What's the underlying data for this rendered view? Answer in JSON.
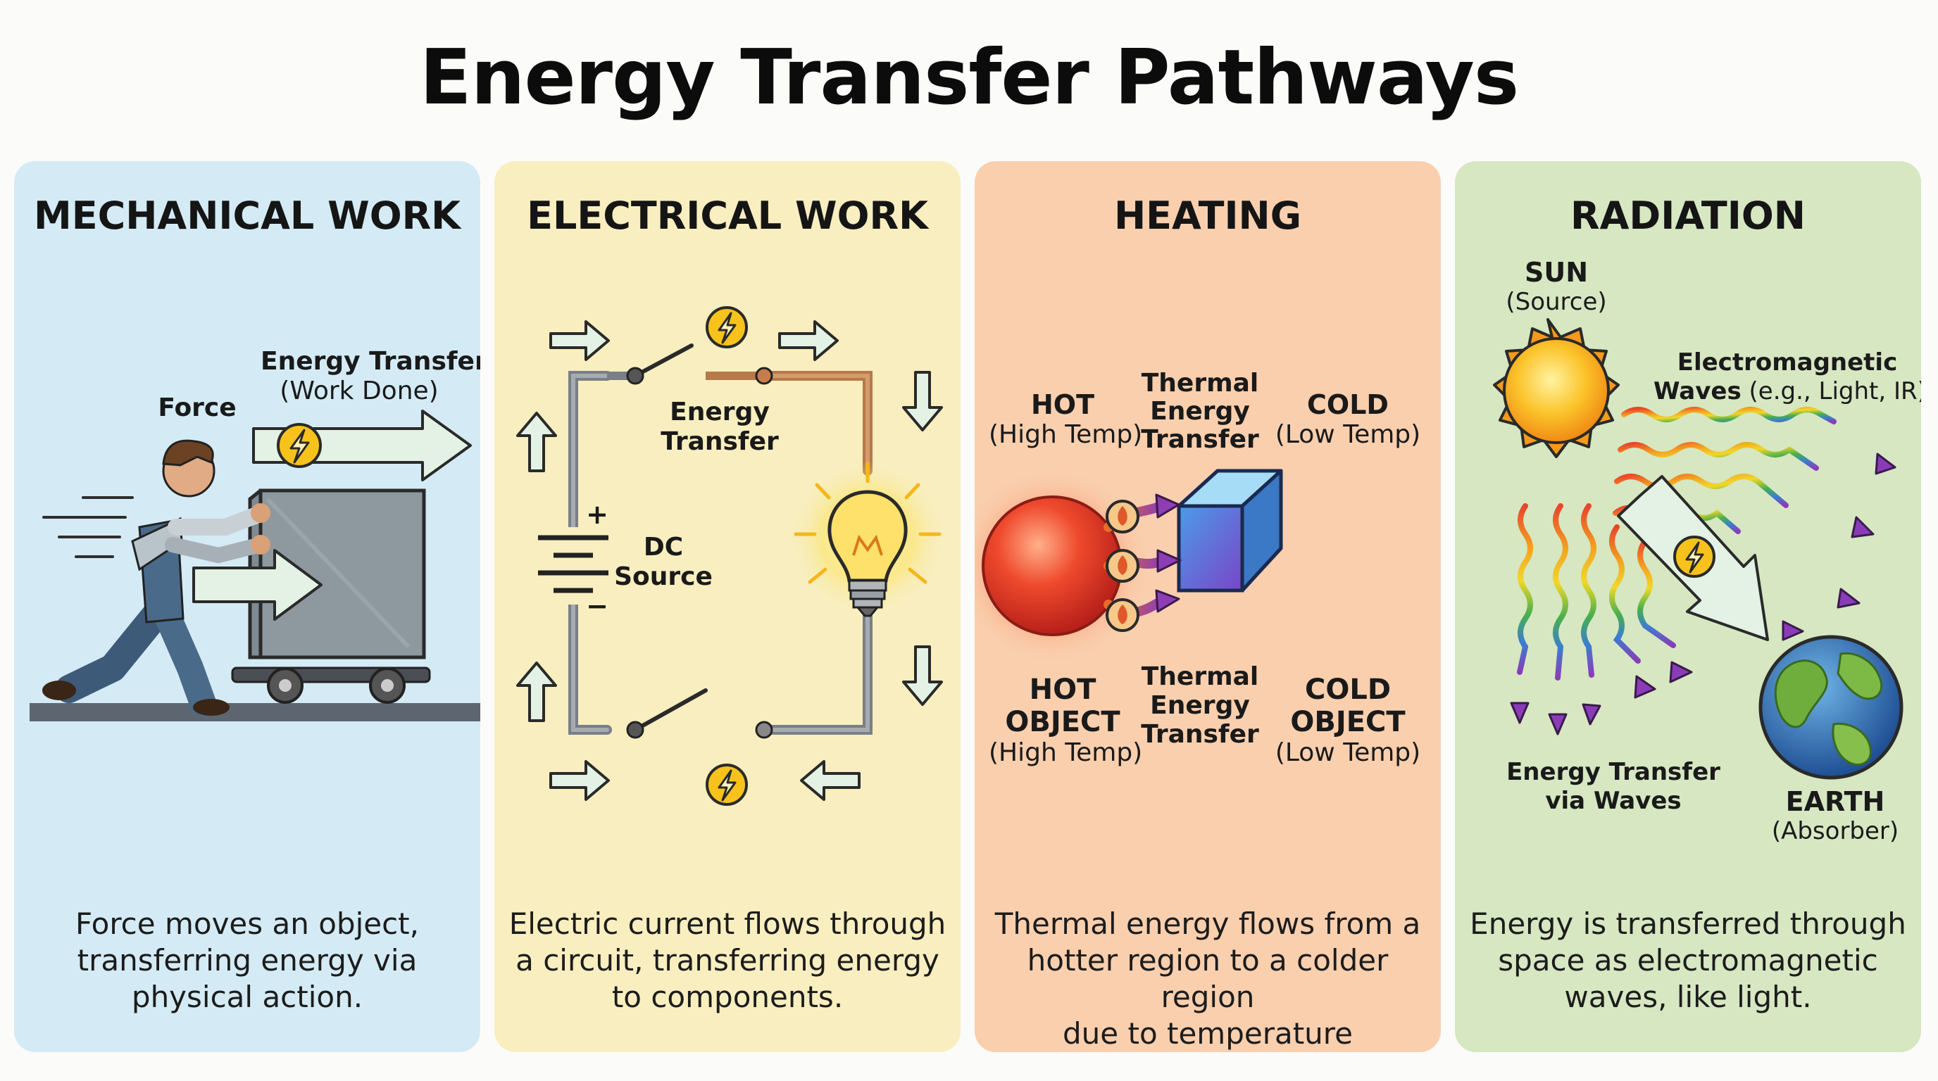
{
  "title": "Energy Transfer Pathways",
  "colors": {
    "mechanical_bg": "#d4ebf5",
    "electrical_bg": "#f8eebf",
    "heating_bg": "#f9cfae",
    "radiation_bg": "#d6e7c2",
    "arrow_fill": "#e3f2e4",
    "bolt_yellow": "#f7c21c"
  },
  "panels": {
    "mechanical": {
      "title": "MECHANICAL WORK",
      "force_label": "Force",
      "energy_label": "Energy Transfer",
      "energy_sub": "(Work Done)",
      "description": [
        "Force moves an object,",
        "transferring energy via",
        "physical action."
      ]
    },
    "electrical": {
      "title": "ELECTRICAL WORK",
      "energy_label_line1": "Energy",
      "energy_label_line2": "Transfer",
      "source_label_line1": "DC",
      "source_label_line2": "Source",
      "plus": "+",
      "minus": "−",
      "description": [
        "Electric current flows through",
        "a circuit, transferring energy",
        "to components."
      ]
    },
    "heating": {
      "title": "HEATING",
      "hot_top": "HOT",
      "hot_top_sub": "(High Temp)",
      "transfer_top": [
        "Thermal",
        "Energy",
        "Transfer"
      ],
      "cold_top": "COLD",
      "cold_top_sub": "(Low Temp)",
      "hot_bottom": [
        "HOT",
        "OBJECT"
      ],
      "hot_bottom_sub": "(High Temp)",
      "transfer_bottom": [
        "Thermal",
        "Energy",
        "Transfer"
      ],
      "cold_bottom": [
        "COLD",
        "OBJECT"
      ],
      "cold_bottom_sub": "(Low Temp)",
      "description": [
        "Thermal energy flows from a",
        "hotter region to a colder region",
        "due to temperature difference."
      ]
    },
    "radiation": {
      "title": "RADIATION",
      "sun_label": "SUN",
      "sun_sub": "(Source)",
      "waves_label": "Electromagnetic",
      "waves_label2": "Waves",
      "waves_sub": "(e.g., Light, IR)",
      "transfer_label": [
        "Energy Transfer",
        "via Waves"
      ],
      "earth_label": "EARTH",
      "earth_sub": "(Absorber)",
      "description": [
        "Energy is transferred through",
        "space as electromagnetic",
        "waves, like light."
      ]
    }
  }
}
